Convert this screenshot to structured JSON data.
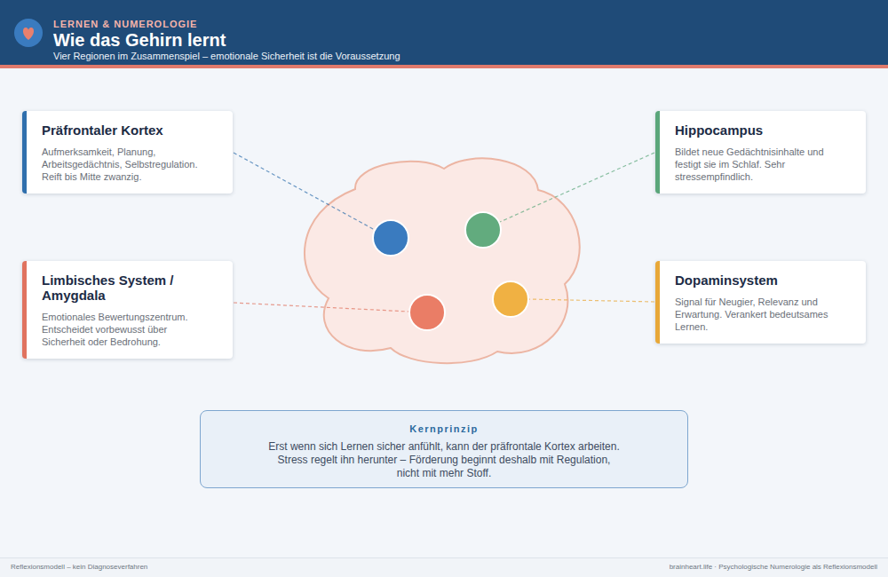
{
  "diagram": {
    "title": "Wie das Gehirn lernt",
    "nodes": [
      {
        "text": [
          "Präfrontaler Kortex",
          "Aufmerksamkeit, Planung, Arbeitsgedächtnis, Selbstregulation. Reift bis Mitte zwanzig."
        ]
      },
      {
        "text": [
          "Hippocampus",
          "Bildet neue Gedächtnisinhalte und festigt sie im Schlaf. Sehr stressempfindlich."
        ]
      },
      {
        "text": [
          "Limbisches System / Amygdala",
          "Emotionales Bewertungszentrum. Entscheidet vorbewusst über Sicherheit oder Bedrohung."
        ]
      },
      {
        "text": [
          "Dopaminsystem",
          "Signal für Neugier, Relevanz und Erwartung. Verankert bedeutsames Lernen."
        ]
      },
      {
        "text": [
          "Kernprinzip",
          "Erst wenn sich Lernen sicher anfühlt, kann der präfrontale Kortex arbeiten. Stress regelt ihn herunter – Förderung beginnt deshalb mit Regulation, nicht mit mehr Stoff."
        ]
      }
    ],
    "labels": [
      "LERNEN & NUMEROLOGIE",
      "Vier Regionen im Zusammenspiel – emotionale Sicherheit ist die Voraussetzung",
      "Reflexionsmodell – kein Diagnoseverfahren",
      "brainheart.life · Psychologische Numerologie als Reflexionsmodell"
    ]
  }
}
